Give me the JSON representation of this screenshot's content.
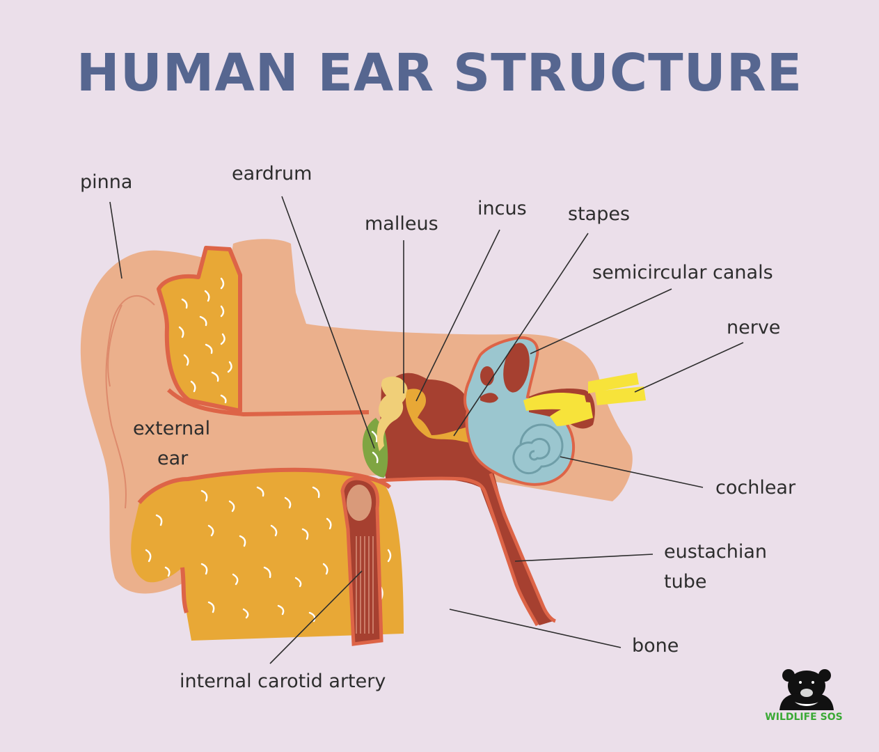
{
  "title": "HUMAN EAR STRUCTURE",
  "labels": {
    "pinna": "pinna",
    "eardrum": "eardrum",
    "malleus": "malleus",
    "incus": "incus",
    "stapes": "stapes",
    "semicircular_canals": "semicircular canals",
    "nerve": "nerve",
    "external_ear_line1": "external",
    "external_ear_line2": "ear",
    "cochlear": "cochlear",
    "eustachian_tube_line1": "eustachian",
    "eustachian_tube_line2": "tube",
    "bone": "bone",
    "internal_carotid_artery": "internal carotid artery"
  },
  "logo": {
    "text": "WILDLIFE SOS"
  },
  "colors": {
    "background": "#ebdfea",
    "title": "#566690",
    "skin": "#ebb08c",
    "bone": "#e8a836",
    "canal_outline": "#dd6447",
    "middle_ear": "#a64030",
    "inner_ear": "#9bc6cf",
    "ossicles": "#f0cf78",
    "eardrum": "#7fa542",
    "nerve": "#f7e33a"
  }
}
